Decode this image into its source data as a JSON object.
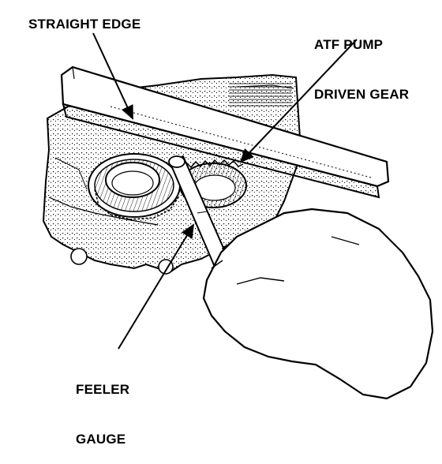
{
  "labels": {
    "straight_edge": "STRAIGHT EDGE",
    "atf_line1": "ATF PUMP",
    "atf_line2": "DRIVEN GEAR",
    "feeler_line1": "FEELER",
    "feeler_line2": "GAUGE"
  },
  "colors": {
    "ink": "#000000",
    "paper": "#ffffff"
  }
}
